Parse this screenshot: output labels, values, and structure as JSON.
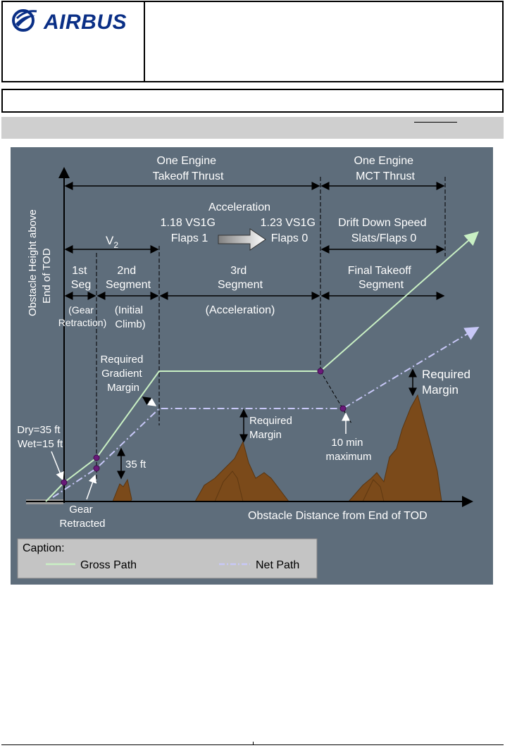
{
  "header": {
    "logo_text": "AIRBUS",
    "logo_icon": "airbus-swoosh-icon"
  },
  "colors": {
    "background": "#5e6d7b",
    "gross_path": "#c9f0c4",
    "net_path": "#c8c8f8",
    "terrain": "#7b4a1a",
    "point": "#6a1a7a",
    "brand": "#0a2f86"
  },
  "figure": {
    "y_axis_label": [
      "Obstacle Height above",
      "End of TOD"
    ],
    "x_axis_label": "Obstacle Distance from End of TOD",
    "thrust_takeoff": [
      "One Engine",
      "Takeoff Thrust"
    ],
    "thrust_mct": [
      "One Engine",
      "MCT Thrust"
    ],
    "acceleration": "Acceleration",
    "speed_118": [
      "1.18 VS1G",
      "Flaps 1"
    ],
    "speed_123": [
      "1.23 VS1G",
      "Flaps 0"
    ],
    "drift_down": [
      "Drift Down Speed",
      "Slats/Flaps 0"
    ],
    "v2": "V",
    "v2_sub": "2",
    "seg1": [
      "1st",
      "Seg"
    ],
    "seg2": [
      "2nd",
      "Segment"
    ],
    "seg3": [
      "3rd",
      "Segment"
    ],
    "seg_final": [
      "Final Takeoff",
      "Segment"
    ],
    "gear_retraction": [
      "(Gear",
      "Retraction)"
    ],
    "initial_climb": [
      "(Initial",
      "Climb)"
    ],
    "acceleration_paren": "(Acceleration)",
    "req_gradient_margin": [
      "Required",
      "Gradient",
      "Margin"
    ],
    "req_margin_mid": [
      "Required",
      "Margin"
    ],
    "req_margin_right": [
      "Required",
      "Margin"
    ],
    "dry_wet": [
      "Dry=35 ft",
      "Wet=15 ft"
    ],
    "ft35": "35 ft",
    "gear_retracted": [
      "Gear",
      "Retracted"
    ],
    "ten_min": [
      "10 min",
      "maximum"
    ],
    "caption_title": "Caption:",
    "legend_gross": "Gross Path",
    "legend_net": "Net Path"
  }
}
